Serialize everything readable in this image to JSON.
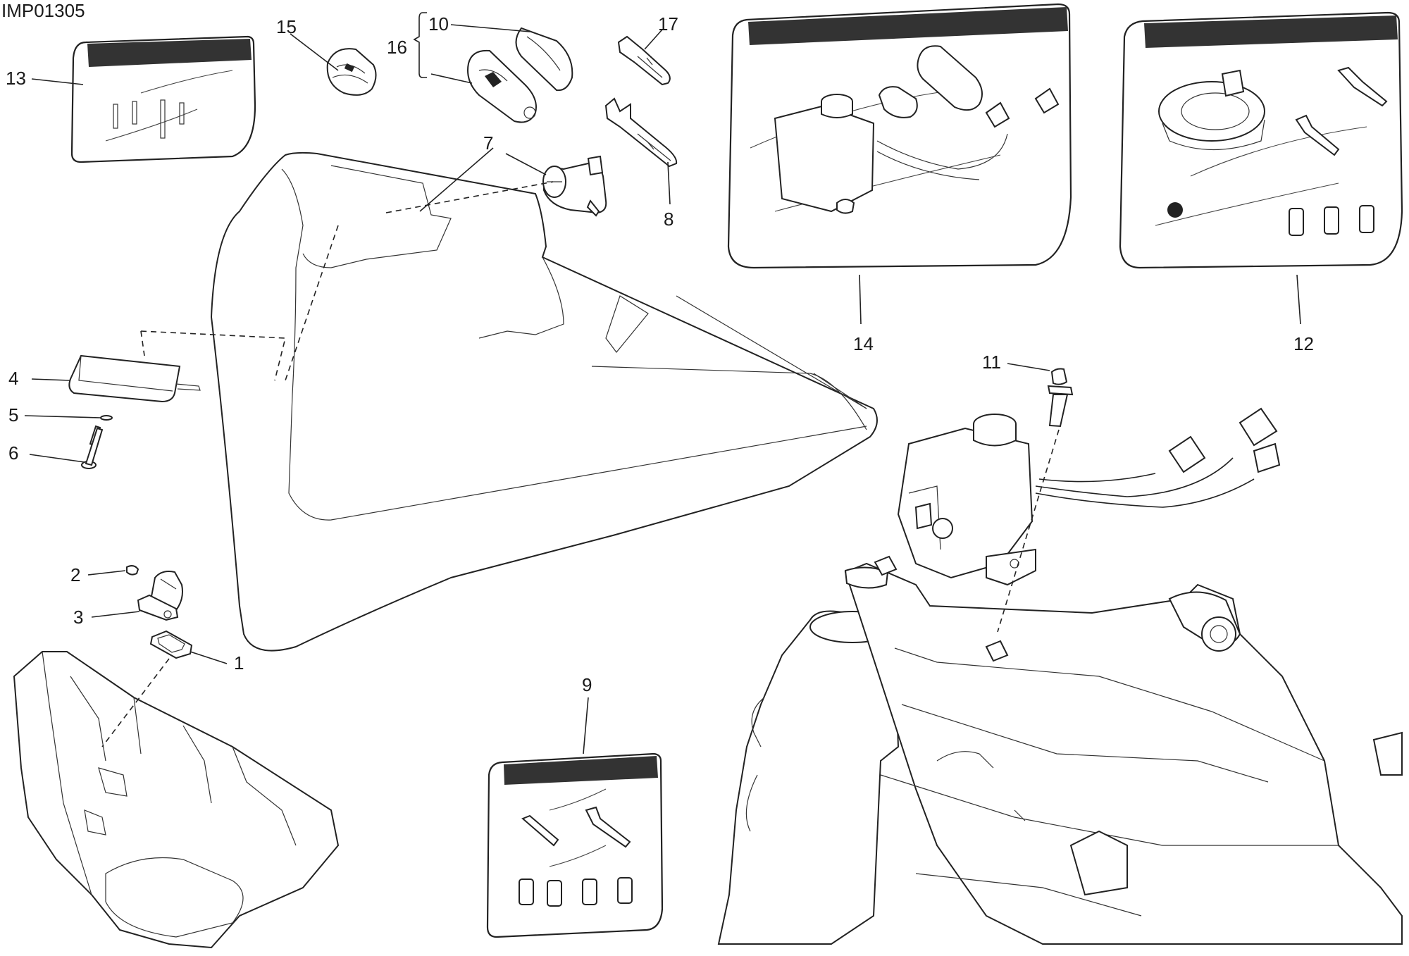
{
  "drawing_code": "IMP01305",
  "callouts": [
    {
      "id": "c1",
      "text": "1"
    },
    {
      "id": "c2",
      "text": "2"
    },
    {
      "id": "c3",
      "text": "3"
    },
    {
      "id": "c4",
      "text": "4"
    },
    {
      "id": "c5",
      "text": "5"
    },
    {
      "id": "c6",
      "text": "6"
    },
    {
      "id": "c7",
      "text": "7"
    },
    {
      "id": "c8",
      "text": "8"
    },
    {
      "id": "c9",
      "text": "9"
    },
    {
      "id": "c10",
      "text": "10"
    },
    {
      "id": "c11",
      "text": "11"
    },
    {
      "id": "c12",
      "text": "12"
    },
    {
      "id": "c13",
      "text": "13"
    },
    {
      "id": "c14",
      "text": "14"
    },
    {
      "id": "c15",
      "text": "15"
    },
    {
      "id": "c16",
      "text": "16"
    },
    {
      "id": "c17",
      "text": "17"
    }
  ],
  "colors": {
    "ink": "#222222",
    "background": "#ffffff"
  }
}
